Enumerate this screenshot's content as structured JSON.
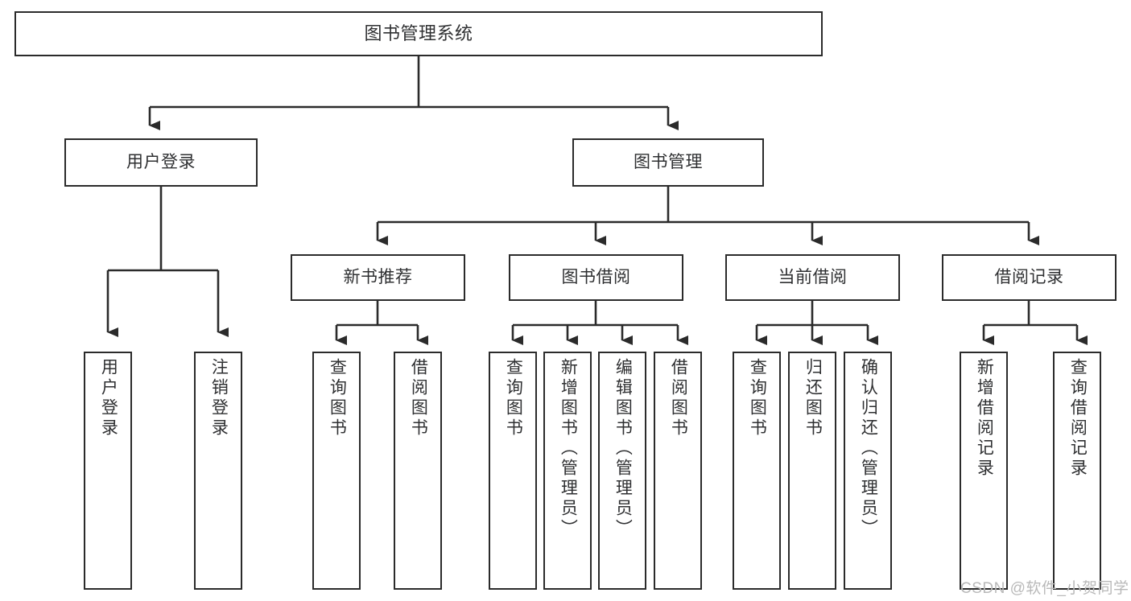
{
  "diagram": {
    "type": "tree-hierarchy",
    "title": "图书管理系统",
    "orientation": "top-down",
    "colors": {
      "box_border": "#2b2b2b",
      "box_fill": "#ffffff",
      "connector": "#2b2b2b",
      "text": "#2f3032",
      "watermark": "#b9b9b9",
      "background": "#ffffff"
    },
    "root": {
      "label": "图书管理系统"
    },
    "level2": [
      {
        "id": "user-login",
        "label": "用户登录"
      },
      {
        "id": "book-management",
        "label": "图书管理"
      }
    ],
    "level3": [
      {
        "id": "new-book-recommend",
        "label": "新书推荐"
      },
      {
        "id": "book-borrow",
        "label": "图书借阅"
      },
      {
        "id": "current-borrow",
        "label": "当前借阅"
      },
      {
        "id": "borrow-record",
        "label": "借阅记录"
      }
    ],
    "leaves": {
      "user_login": [
        {
          "id": "leaf-user-login",
          "label": "用户登录"
        },
        {
          "id": "leaf-logout",
          "label": "注销登录"
        }
      ],
      "new_book_recommend": [
        {
          "id": "leaf-query-book-1",
          "label": "查询图书"
        },
        {
          "id": "leaf-borrow-book-1",
          "label": "借阅图书"
        }
      ],
      "book_borrow": [
        {
          "id": "leaf-query-book-2",
          "label": "查询图书"
        },
        {
          "id": "leaf-add-book",
          "label": "新增图书（管理员）"
        },
        {
          "id": "leaf-edit-book",
          "label": "编辑图书（管理员）"
        },
        {
          "id": "leaf-borrow-book-2",
          "label": "借阅图书"
        }
      ],
      "current_borrow": [
        {
          "id": "leaf-query-book-3",
          "label": "查询图书"
        },
        {
          "id": "leaf-return-book",
          "label": "归还图书"
        },
        {
          "id": "leaf-confirm-return",
          "label": "确认归还（管理员）"
        }
      ],
      "borrow_record": [
        {
          "id": "leaf-add-record",
          "label": "新增借阅记录"
        },
        {
          "id": "leaf-query-record",
          "label": "查询借阅记录"
        }
      ]
    }
  },
  "watermark": {
    "text": "CSDN @软件_小贺同学"
  }
}
